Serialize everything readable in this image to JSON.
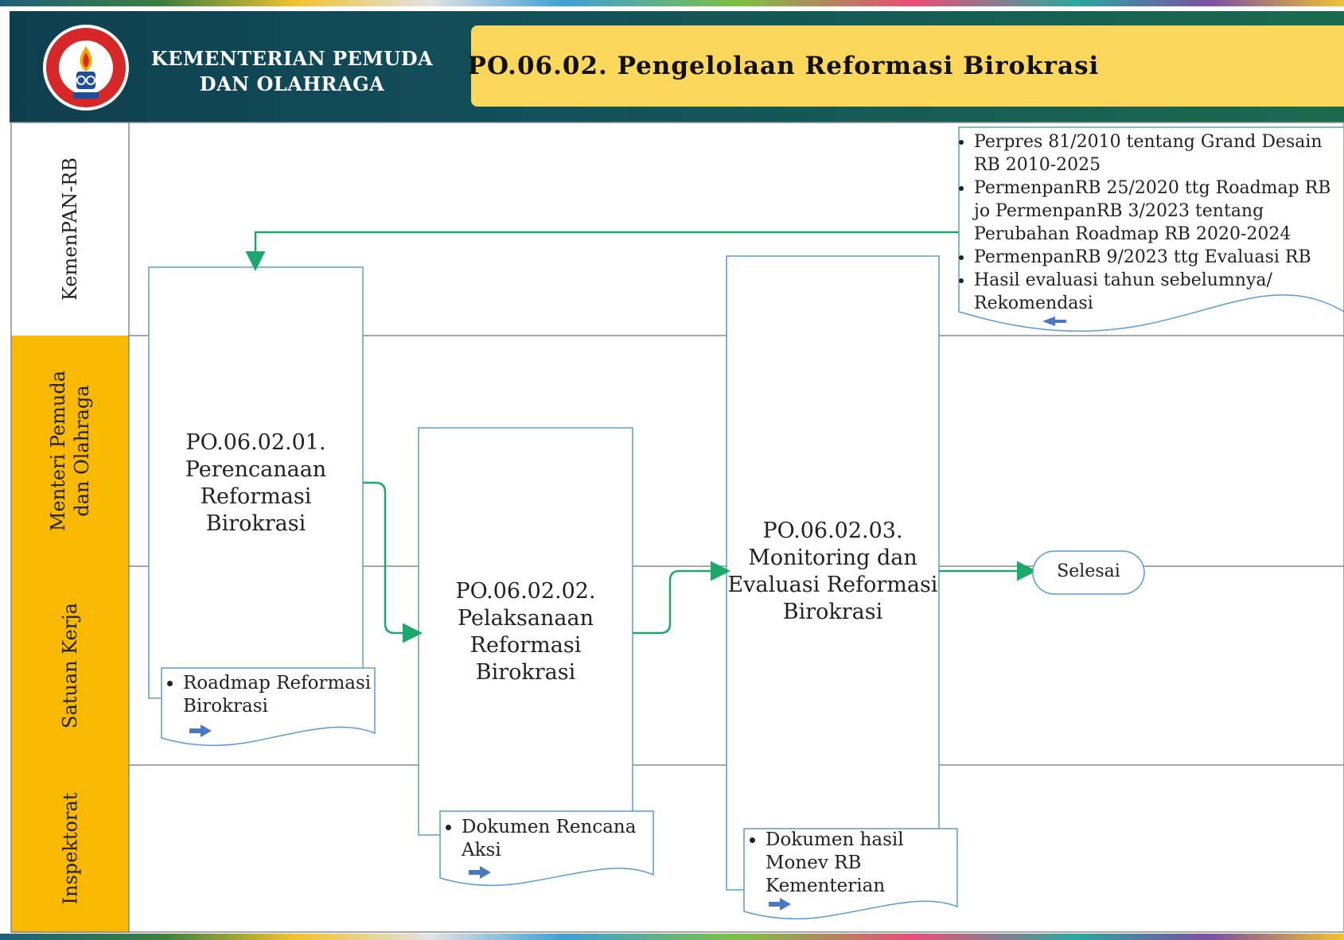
{
  "header": {
    "org_name_line1": "KEMENTERIAN PEMUDA",
    "org_name_line2": "DAN OLAHRAGA",
    "title": "PO.06.02.  Pengelolaan  Reformasi Birokrasi",
    "logo_icon": "kemenpora-emblem-icon"
  },
  "lanes": [
    {
      "label": "KemenPAN-RB",
      "color": "#ffffff"
    },
    {
      "label_line1": "Menteri Pemuda",
      "label_line2": "dan Olahraga",
      "color": "#f8b900"
    },
    {
      "label": "Satuan Kerja",
      "color": "#f8b900"
    },
    {
      "label": "Inspektorat",
      "color": "#f8b900"
    }
  ],
  "processes": [
    {
      "code": "PO.06.02.01.",
      "name_line1": "Perencanaan",
      "name_line2": "Reformasi",
      "name_line3": "Birokrasi"
    },
    {
      "code": "PO.06.02.02.",
      "name_line1": "Pelaksanaan",
      "name_line2": "Reformasi",
      "name_line3": "Birokrasi"
    },
    {
      "code": "PO.06.02.03.",
      "name_line1": "Monitoring dan",
      "name_line2": "Evaluasi Reformasi",
      "name_line3": "Birokrasi"
    }
  ],
  "terminator": {
    "label": "Selesai"
  },
  "documents": {
    "regulations": [
      "Perpres 81/2010 tentang Grand Desain RB 2010-2025",
      "PermenpanRB 25/2020 ttg Roadmap RB jo PermenpanRB 3/2023 tentang Perubahan Roadmap RB 2020-2024",
      "PermenpanRB 9/2023 ttg Evaluasi RB",
      "Hasil evaluasi tahun sebelumnya/ Rekomendasi"
    ],
    "output_1": "Roadmap Reformasi Birokrasi",
    "output_2": "Dokumen Rencana Aksi",
    "output_3": "Dokumen hasil Monev RB Kementerian"
  },
  "colors": {
    "arrow": "#1aa86b",
    "box_border": "#5b9bd5",
    "lane_accent": "#f8b900",
    "doc_arrow": "#4a78c2"
  }
}
